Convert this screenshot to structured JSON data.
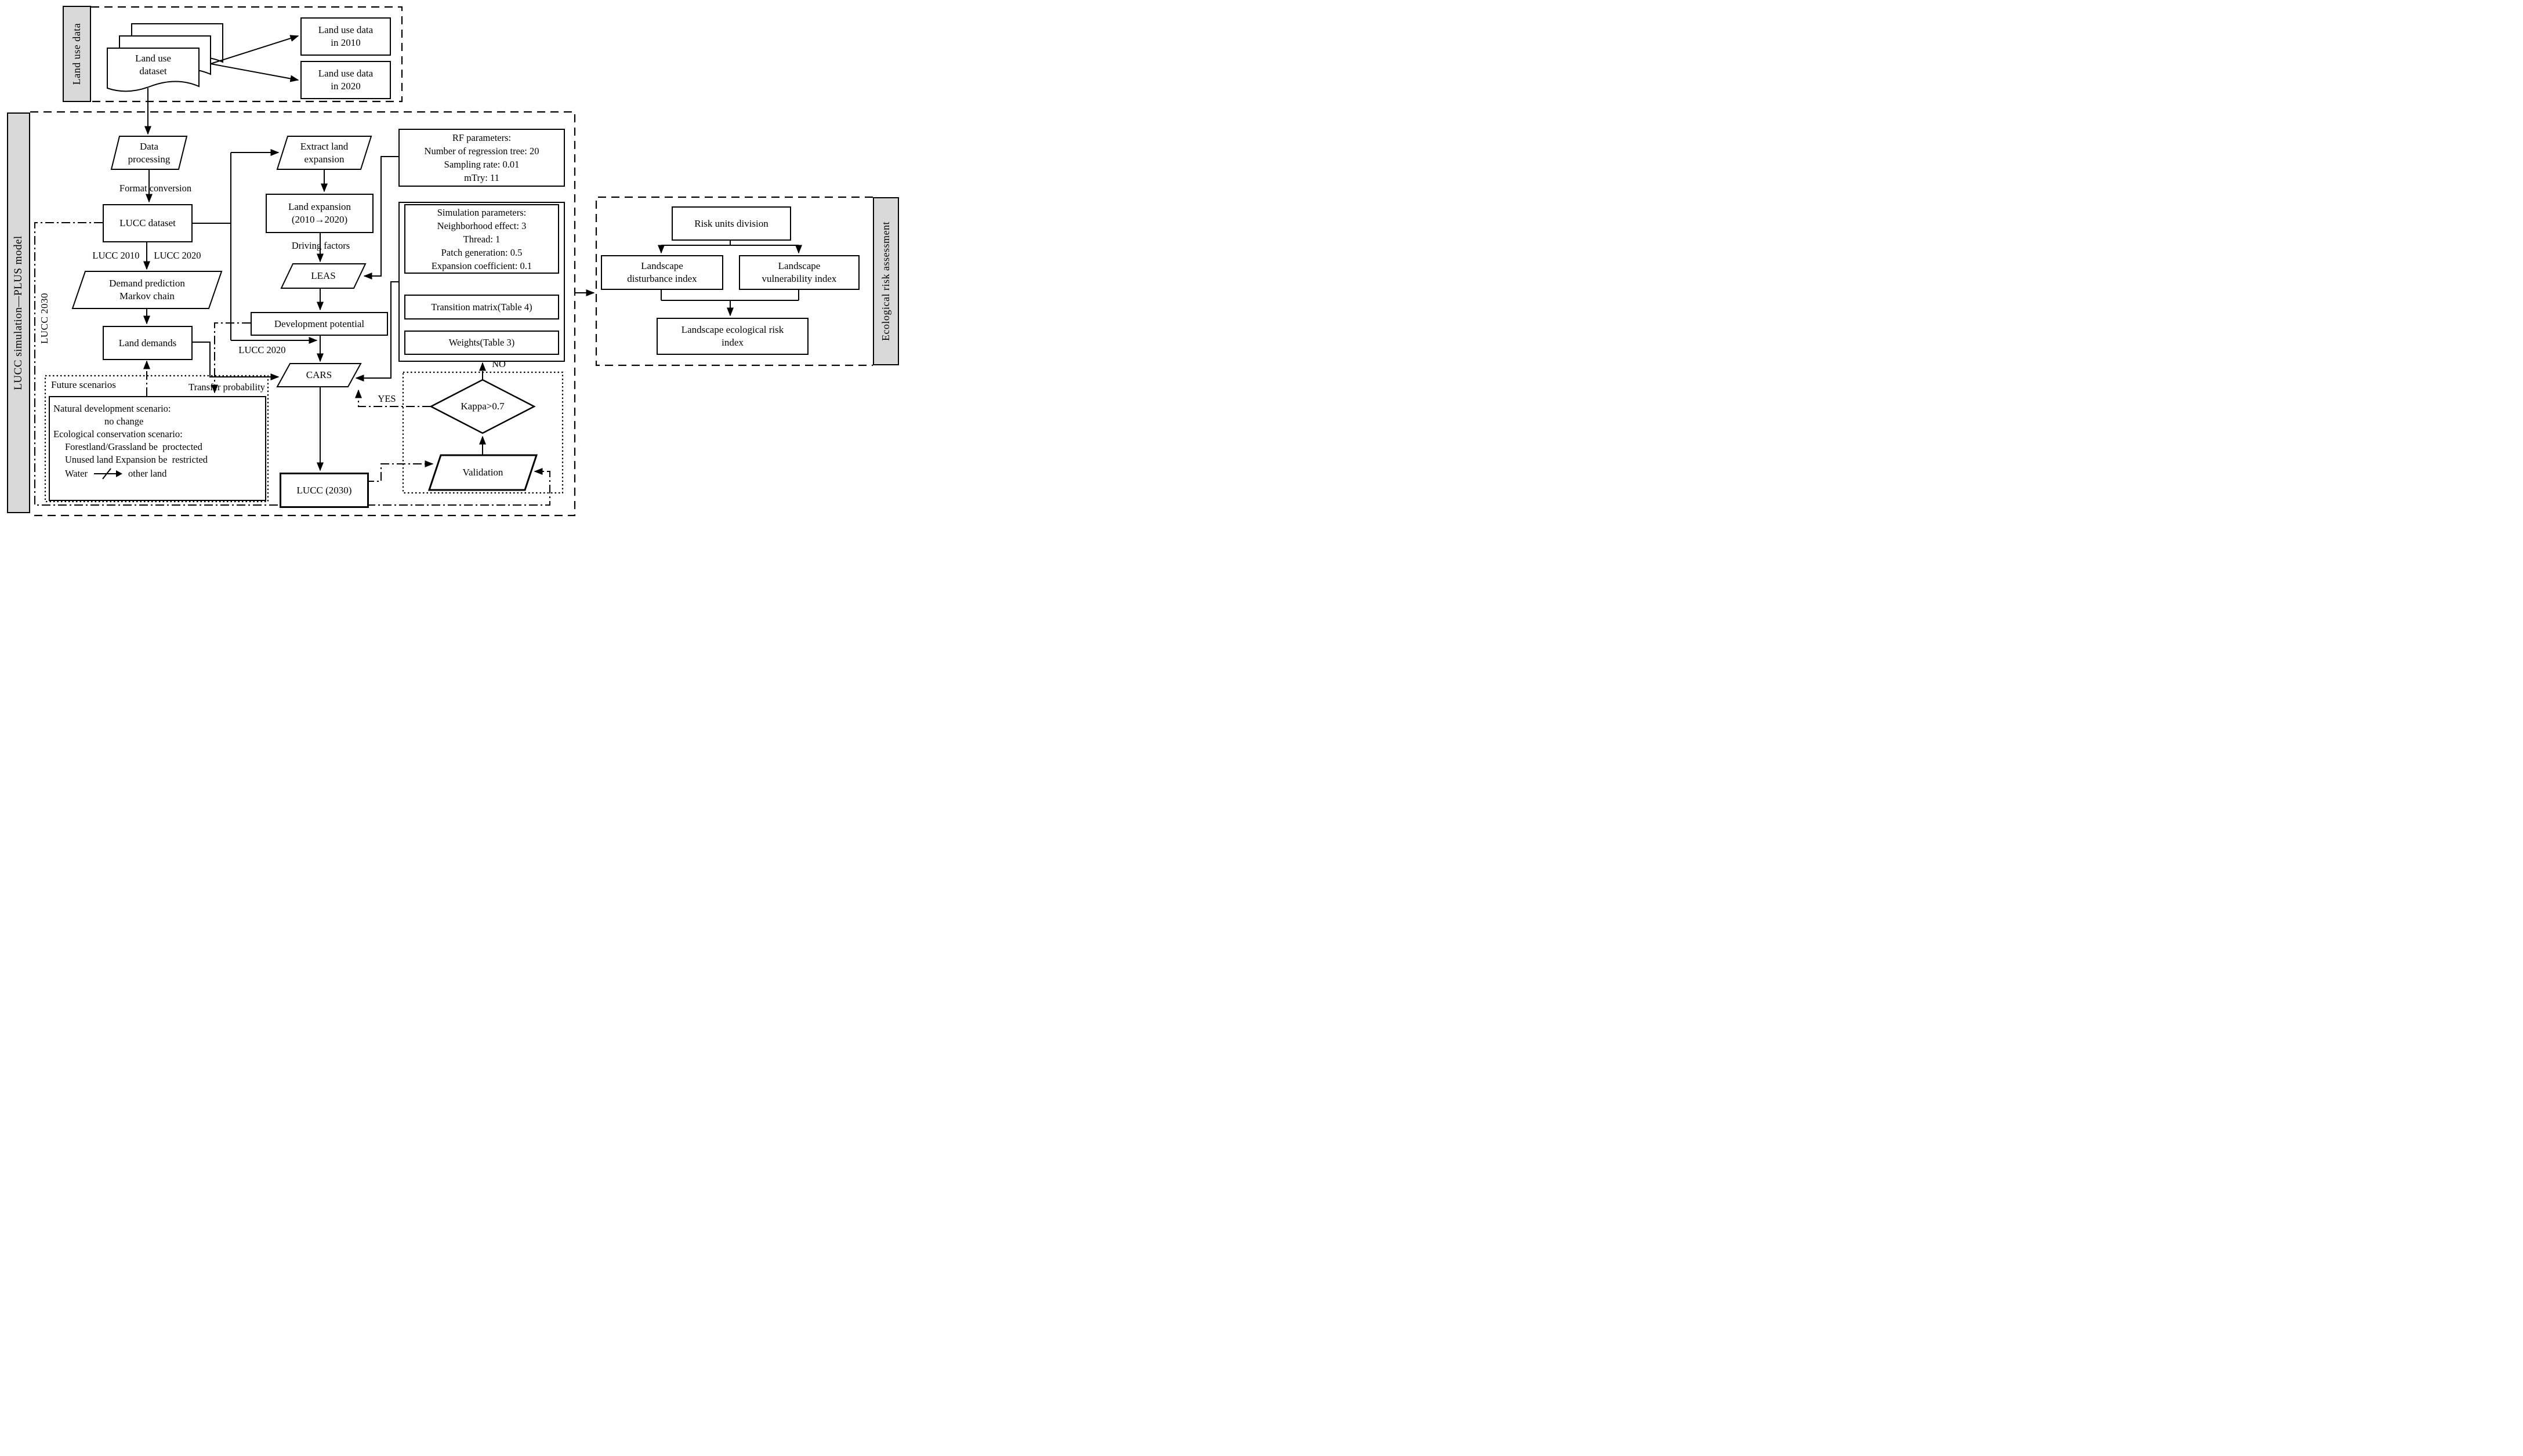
{
  "colors": {
    "ink": "#000000",
    "section_bar_fill": "#d9d9d9",
    "background": "#ffffff"
  },
  "top_section": {
    "sidebar_label": "Land use data",
    "doc_lines": [
      "Land use",
      "dataset"
    ],
    "box_2010": [
      "Land use data",
      "in 2010"
    ],
    "box_2020": [
      "Land use data",
      "in 2020"
    ]
  },
  "main_section": {
    "sidebar_label": "LUCC simulation—PLUS model",
    "region_label": "LUCC 2030",
    "data_processing": [
      "Data",
      "processing"
    ],
    "format_conversion": "Format conversion",
    "lucc_dataset": "LUCC dataset",
    "lucc_2010_label": "LUCC 2010",
    "lucc_2020_label": "LUCC 2020",
    "demand_prediction": [
      "Demand prediction",
      "Markov chain"
    ],
    "land_demands": "Land demands",
    "future_scenarios_title": "Future scenarios",
    "scenario_lines": [
      "Natural development scenario:",
      "no change",
      "Ecological conservation scenario:",
      "Forestland/Grassland be  proctected",
      "Unused land Expansion be  restricted"
    ],
    "water_rule_pre": "Water",
    "water_rule_post": "other land",
    "water_rule_icon": "crossed-arrow-icon",
    "transfer_probability_label": "Transfer probability",
    "extract_land_expansion": [
      "Extract land",
      "expansion"
    ],
    "land_expansion": [
      "Land expansion",
      "(2010→2020)"
    ],
    "driving_factors_label": "Driving factors",
    "leas": "LEAS",
    "lucc_2020_path_label": "LUCC 2020",
    "development_potential": "Development potential",
    "cars": "CARS",
    "rf_params": [
      "RF parameters:",
      "Number of regression tree: 20",
      "Sampling rate: 0.01",
      "mTry: 11"
    ],
    "sim_params": [
      "Simulation parameters:",
      "Neighborhood effect: 3",
      "Thread: 1",
      "Patch generation: 0.5",
      "Expansion coefficient: 0.1"
    ],
    "transition_matrix": "Transition matrix(Table 4)",
    "weights": "Weights(Table 3)",
    "lucc_2030_box": "LUCC (2030)",
    "kappa_condition": "Kappa>0.7",
    "validation": "Validation",
    "yes_label": "YES",
    "no_label": "NO"
  },
  "right_section": {
    "sidebar_label": "Ecological risk assessment",
    "risk_units": "Risk units division",
    "disturbance": [
      "Landscape",
      "disturbance index"
    ],
    "vulnerability": [
      "Landscape",
      "vulnerability index"
    ],
    "eco_risk": [
      "Landscape ecological risk",
      "index"
    ]
  }
}
